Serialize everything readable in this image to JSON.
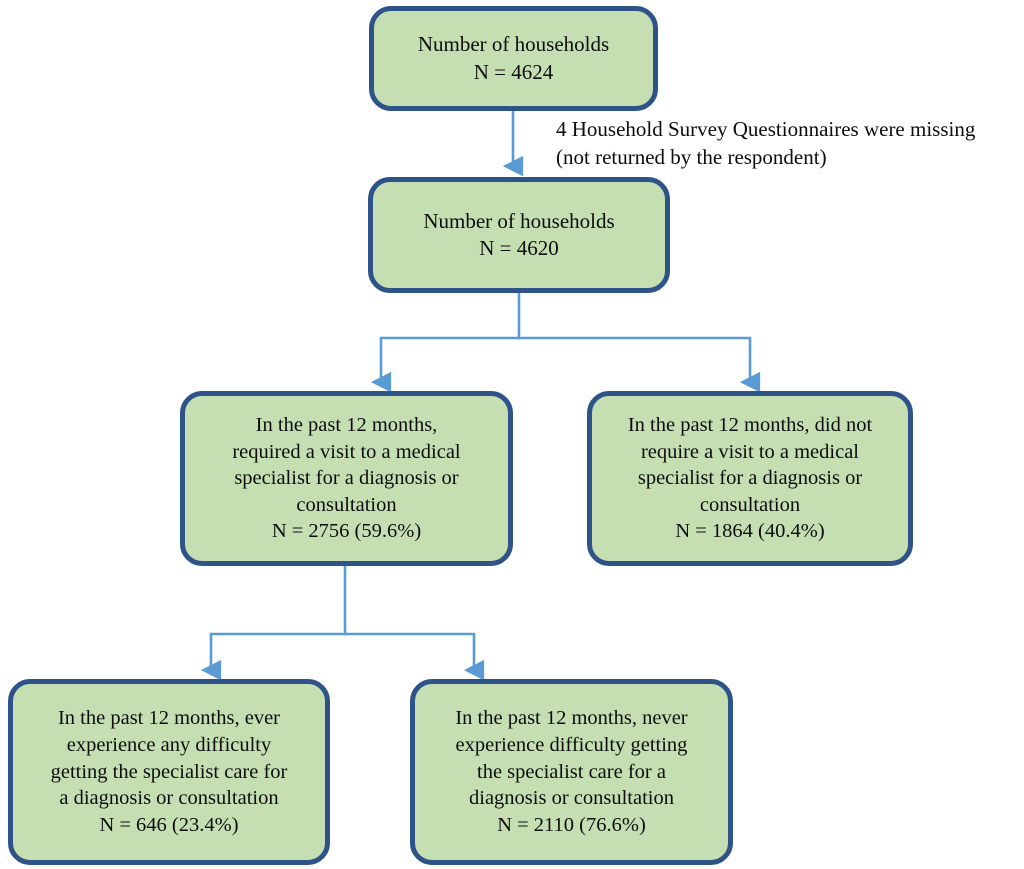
{
  "diagram": {
    "title": "Household survey specialist-care participation flowchart",
    "type": "flowchart",
    "colors": {
      "node_fill": "#c5dfb3",
      "node_border": "#2e5388",
      "connector": "#5b9bd5",
      "text": "#0d0d0d",
      "background": "#ffffff"
    },
    "nodes": [
      {
        "id": "households-initial",
        "label": "Number of households\nN = 4624",
        "n": 4624,
        "row": 1
      },
      {
        "id": "households-valid",
        "label": "Number of households\nN = 4620",
        "n": 4620,
        "row": 2
      },
      {
        "id": "required-visit",
        "label": "In the past 12 months,\nrequired a visit to a medical\nspecialist for a diagnosis or\nconsultation\nN = 2756 (59.6%)",
        "n": 2756,
        "percent": "59.6%",
        "row": 3
      },
      {
        "id": "not-required-visit",
        "label": "In the past 12 months, did not\nrequire a visit to a medical\nspecialist for a diagnosis or\nconsultation\nN = 1864 (40.4%)",
        "n": 1864,
        "percent": "40.4%",
        "row": 3
      },
      {
        "id": "difficulty-ever",
        "label": "In the past 12 months, ever\nexperience any difficulty\ngetting the specialist care for\na diagnosis or consultation\nN = 646 (23.4%)",
        "n": 646,
        "percent": "23.4%",
        "row": 4
      },
      {
        "id": "difficulty-never",
        "label": "In the past 12 months, never\nexperience difficulty getting\nthe specialist care for a\ndiagnosis or consultation\nN = 2110 (76.6%)",
        "n": 2110,
        "percent": "76.6%",
        "row": 4
      }
    ],
    "annotations": [
      {
        "id": "missing-questionnaires",
        "text": "4 Household Survey Questionnaires were missing\n(not returned by the respondent)"
      }
    ],
    "connectors": [
      {
        "id": "initial-to-valid",
        "from": "households-initial",
        "to": "households-valid",
        "style": "straight-arrow"
      },
      {
        "id": "valid-to-required",
        "from": "households-valid",
        "to": "required-visit",
        "style": "elbow-arrow"
      },
      {
        "id": "valid-to-not-required",
        "from": "households-valid",
        "to": "not-required-visit",
        "style": "elbow-arrow"
      },
      {
        "id": "required-to-difficulty-ever",
        "from": "required-visit",
        "to": "difficulty-ever",
        "style": "elbow-arrow"
      },
      {
        "id": "required-to-difficulty-never",
        "from": "required-visit",
        "to": "difficulty-never",
        "style": "elbow-arrow"
      }
    ]
  }
}
